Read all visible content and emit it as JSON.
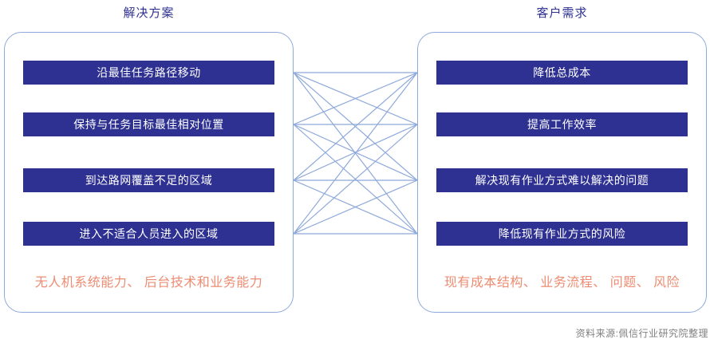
{
  "colors": {
    "bar_fill": "#2E3192",
    "bar_text": "#FFFFFF",
    "panel_border": "#8EA9DB",
    "line_color": "#8EA9DB",
    "title_color": "#2E3192",
    "caption_color": "#ED8C72",
    "footer_color": "#808080"
  },
  "left_panel": {
    "title": "解决方案",
    "items": [
      "沿最佳任务路径移动",
      "保持与任务目标最佳相对位置",
      "到达路网覆盖不足的区域",
      "进入不适合人员进入的区域"
    ],
    "caption": "无人机系统能力、 后台技术和业务能力"
  },
  "right_panel": {
    "title": "客户需求",
    "items": [
      "降低总成本",
      "提高工作效率",
      "解决现有作业方式难以解决的问题",
      "降低现有作业方式的风险"
    ],
    "caption": "现有成本结构、 业务流程、 问题、 风险"
  },
  "connections": {
    "type": "all-to-all",
    "count": 16
  },
  "footer": {
    "source": "资料来源:佩信行业研究院整理"
  }
}
